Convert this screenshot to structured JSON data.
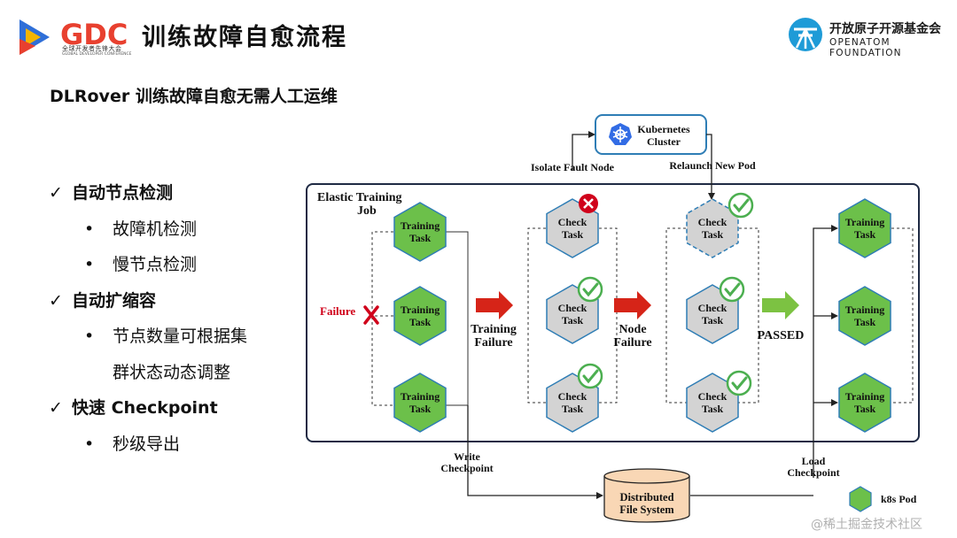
{
  "header": {
    "title": "训练故障自愈流程",
    "gdc_logo_text": "GDC",
    "gdc_sub_cn": "全球开发者先锋大会",
    "gdc_sub_en": "GLOBAL DEVELOPER CONFERENCE",
    "org_cn": "开放原子开源基金会",
    "org_en": "OPENATOM FOUNDATION"
  },
  "subtitle": "DLRover 训练故障自愈无需人工运维",
  "bullets": {
    "item1": "自动节点检测",
    "item1_sub1": "故障机检测",
    "item1_sub2": "慢节点检测",
    "item2": "自动扩缩容",
    "item2_sub1_line1": "节点数量可根据集",
    "item2_sub1_line2": "群状态动态调整",
    "item3": "快速 Checkpoint",
    "item3_sub1": "秒级导出",
    "check_glyph": "✓",
    "dot_glyph": "•"
  },
  "diagram": {
    "k8s_cluster_line1": "Kubernetes",
    "k8s_cluster_line2": "Cluster",
    "isolate_fault_node": "Isolate Fault Node",
    "relaunch_new_pod": "Relaunch New Pod",
    "elastic_job_line1": "Elastic Training",
    "elastic_job_line2": "Job",
    "training_task_line1": "Training",
    "training_task_line2": "Task",
    "check_task_line1": "Check",
    "check_task_line2": "Task",
    "failure_label": "Failure",
    "training_failure_line1": "Training",
    "training_failure_line2": "Failure",
    "node_failure_line1": "Node",
    "node_failure_line2": "Failure",
    "passed_label": "PASSED",
    "write_checkpoint_line1": "Write",
    "write_checkpoint_line2": "Checkpoint",
    "load_checkpoint_line1": "Load",
    "load_checkpoint_line2": "Checkpoint",
    "dfs_line1": "Distributed",
    "dfs_line2": "File System",
    "legend_label": "k8s Pod",
    "colors": {
      "pod_green": "#6CC04A",
      "pod_gray": "#D3D3D3",
      "pod_stroke": "#2E7DB5",
      "arrow_red": "#D62418",
      "arrow_green": "#7CC242",
      "check_green": "#4CAF50",
      "cross_red": "#D0021B",
      "dfs_fill": "#F9D7B5",
      "k8s_blue": "#326CE5"
    }
  },
  "watermark": "@稀土掘金技术社区"
}
